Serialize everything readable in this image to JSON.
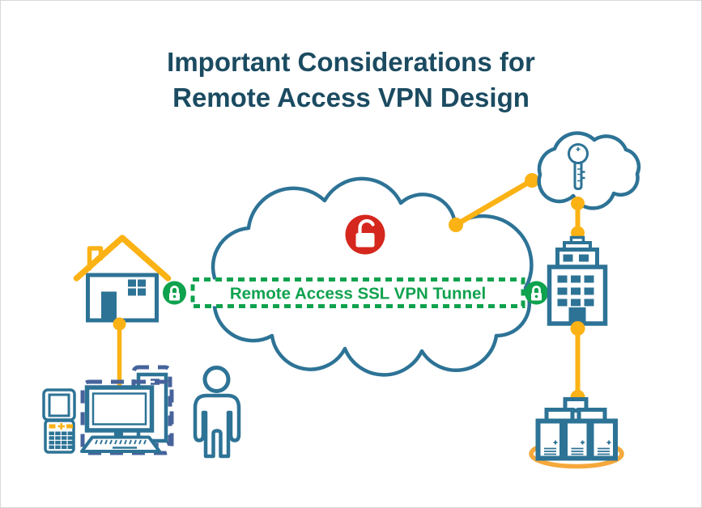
{
  "title": {
    "line1": "Important Considerations for",
    "line2": "Remote Access VPN Design"
  },
  "tunnel": {
    "label": "Remote Access SSL VPN Tunnel"
  },
  "colors": {
    "title": "#1B4B61",
    "blue": "#2D7396",
    "navy": "#46639B",
    "yellow": "#FBB214",
    "orange": "#F5A83B",
    "green": "#0FA24E",
    "red": "#D5271D",
    "canvas": "#FFFFFF"
  },
  "icons": [
    "house-icon",
    "mobile-phone-icon",
    "desktop-computer-icon",
    "person-icon",
    "internet-cloud-icon",
    "unlocked-padlock-icon",
    "ssl-lock-left-icon",
    "ssl-lock-right-icon",
    "key-cloud-icon",
    "key-icon",
    "office-building-icon",
    "server-cluster-icon"
  ]
}
